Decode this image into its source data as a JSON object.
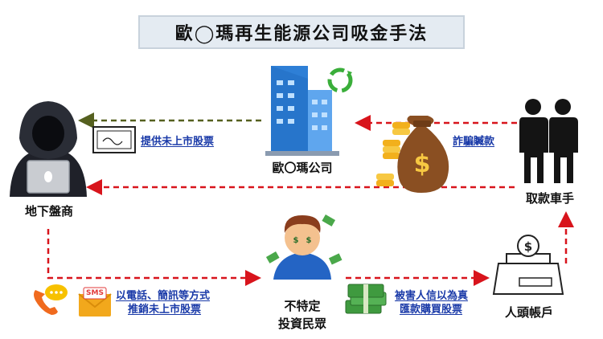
{
  "title": "歐◯瑪再生能源公司吸金手法",
  "nodes": {
    "underground_dealer": "地下盤商",
    "company": "歐〇瑪公司",
    "money_runner": "取款車手",
    "public": [
      "不特定",
      "投資民眾"
    ],
    "dummy_account": "人頭帳戶"
  },
  "edges": {
    "provide_stock": "提供未上市股票",
    "fraud_funds": "詐騙贓款",
    "promote": [
      "以電話、簡訊等方式",
      "推銷未上市股票"
    ],
    "victims_remit": [
      "被害人信以為真",
      "匯款購買股票"
    ]
  },
  "icons": {
    "sms_badge": "SMS"
  },
  "colors": {
    "dark_arrow": "#55601f",
    "red_arrow": "#d8141c",
    "link_blue": "#1a3aa8"
  }
}
